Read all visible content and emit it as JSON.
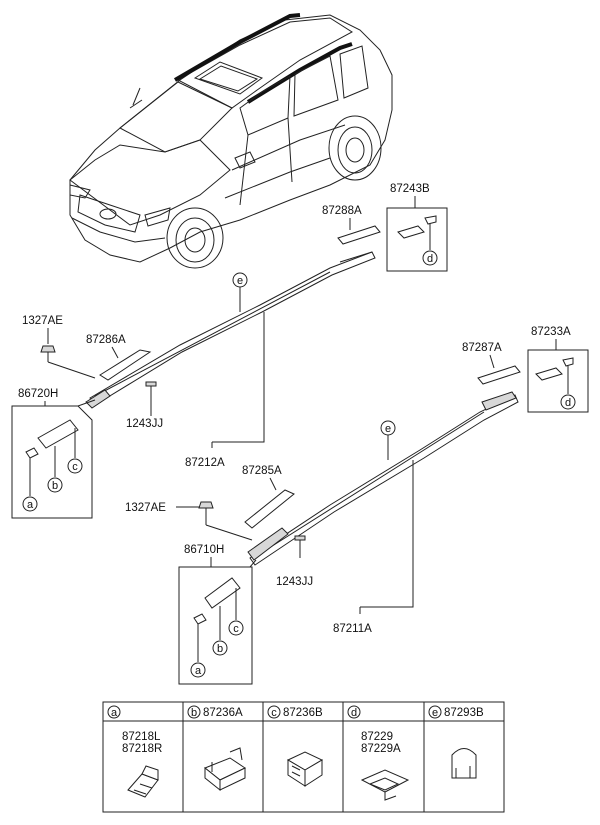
{
  "labels": {
    "p87243B": "87243B",
    "p87288A": "87288A",
    "p1327AE_1": "1327AE",
    "p87286A": "87286A",
    "p86720H": "86720H",
    "p1243JJ_1": "1243JJ",
    "p87212A": "87212A",
    "p87233A": "87233A",
    "p87287A": "87287A",
    "p87285A": "87285A",
    "p1327AE_2": "1327AE",
    "p86710H": "86710H",
    "p1243JJ_2": "1243JJ",
    "p87211A": "87211A"
  },
  "callouts": {
    "a": "a",
    "b": "b",
    "c": "c",
    "d": "d",
    "e": "e"
  },
  "legend": [
    {
      "key": "a",
      "codes": [
        "",
        "87218L",
        "87218R"
      ]
    },
    {
      "key": "b",
      "codes": [
        "87236A"
      ]
    },
    {
      "key": "c",
      "codes": [
        "87236B"
      ]
    },
    {
      "key": "d",
      "codes": [
        "",
        "87229",
        "87229A"
      ]
    },
    {
      "key": "e",
      "codes": [
        "87293B"
      ]
    }
  ]
}
